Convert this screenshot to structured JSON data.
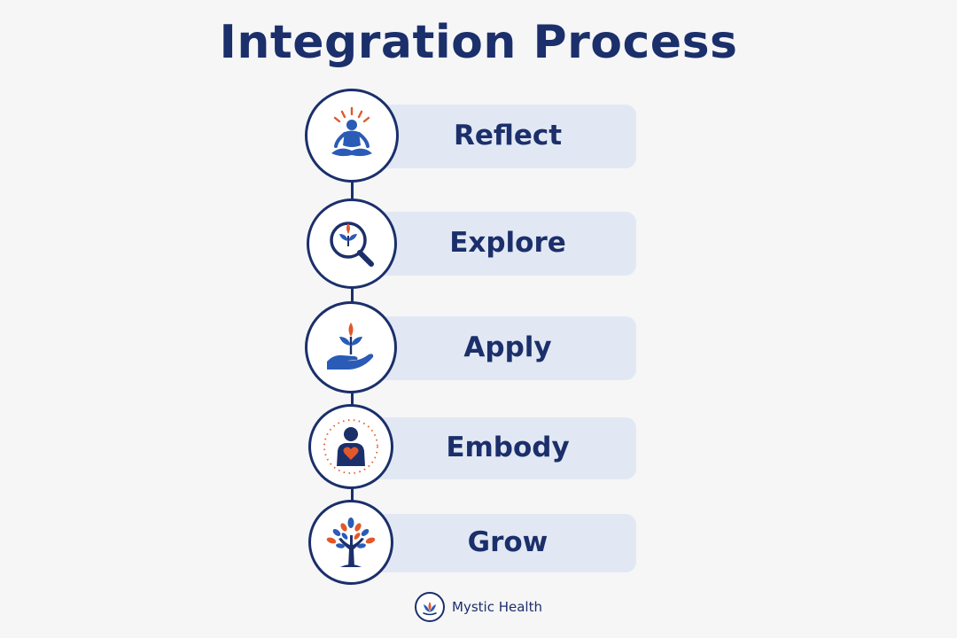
{
  "title": "Integration Process",
  "steps": [
    {
      "label": "Reflect",
      "icon": "meditation-icon"
    },
    {
      "label": "Explore",
      "icon": "magnifier-sprout-icon"
    },
    {
      "label": "Apply",
      "icon": "hand-sprout-icon"
    },
    {
      "label": "Embody",
      "icon": "person-heart-icon"
    },
    {
      "label": "Grow",
      "icon": "tree-icon"
    }
  ],
  "brand": {
    "name": "Mystic Health",
    "icon": "lotus-logo-icon"
  },
  "colors": {
    "navy": "#1b2f6b",
    "blue": "#2a5bb6",
    "orange": "#e1582a",
    "pill": "#e2e8f3",
    "background": "#f6f6f7"
  }
}
